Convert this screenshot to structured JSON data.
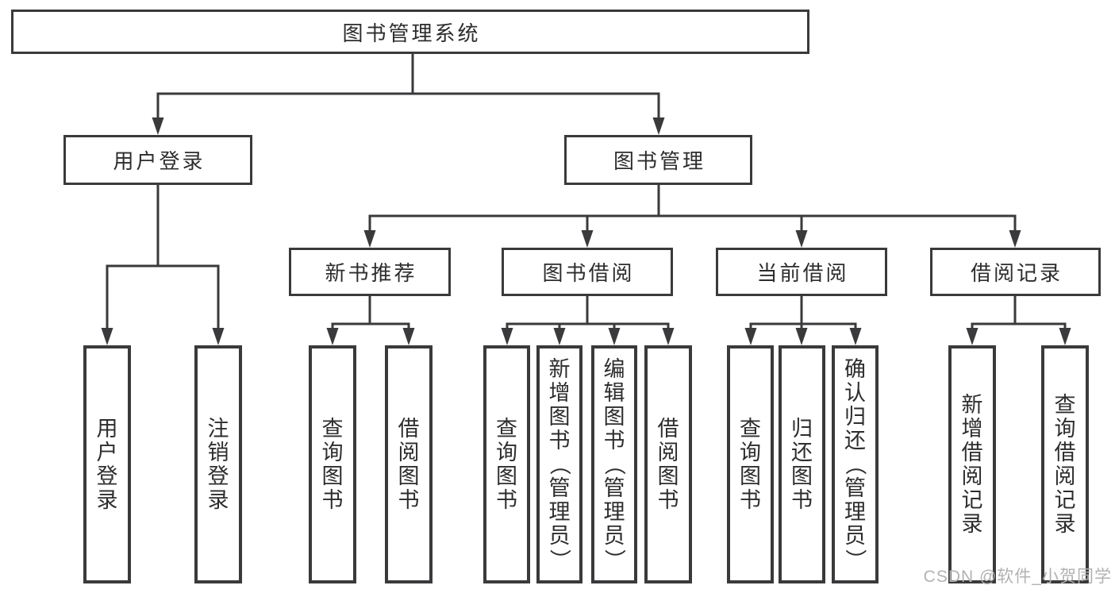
{
  "nodes": {
    "root": {
      "label": "图书管理系统"
    },
    "level2": [
      {
        "label": "用户登录"
      },
      {
        "label": "图书管理"
      }
    ],
    "level3": [
      {
        "label": "新书推荐"
      },
      {
        "label": "图书借阅"
      },
      {
        "label": "当前借阅"
      },
      {
        "label": "借阅记录"
      }
    ],
    "leaves": {
      "user_login": [
        {
          "label": "用户登录"
        },
        {
          "label": "注销登录"
        }
      ],
      "new_book": [
        {
          "label": "查询图书"
        },
        {
          "label": "借阅图书"
        }
      ],
      "book_borrow": [
        {
          "label": "查询图书"
        },
        {
          "label": "新增图书（管理员）"
        },
        {
          "label": "编辑图书（管理员）"
        },
        {
          "label": "借阅图书"
        }
      ],
      "current_borrow": [
        {
          "label": "查询图书"
        },
        {
          "label": "归还图书"
        },
        {
          "label": "确认归还（管理员）"
        }
      ],
      "borrow_records": [
        {
          "label": "新增借阅记录"
        },
        {
          "label": "查询借阅记录"
        }
      ]
    }
  },
  "watermark": {
    "text": "CSDN @软件_小贺同学"
  },
  "colors": {
    "line": "#3a3a3c",
    "text": "#2d2d2f",
    "watermark": "#b2b2b2",
    "background": "#ffffff"
  }
}
